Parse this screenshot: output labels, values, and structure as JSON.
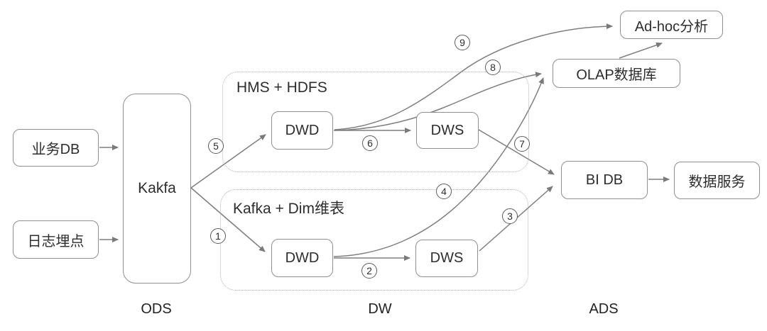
{
  "diagram": {
    "nodes": {
      "business_db": "业务DB",
      "log_tracking": "日志埋点",
      "kafka": "Kakfa",
      "hms_dwd": "DWD",
      "hms_dws": "DWS",
      "kfk_dwd": "DWD",
      "kfk_dws": "DWS",
      "adhoc": "Ad-hoc分析",
      "olap": "OLAP数据库",
      "bi_db": "BI DB",
      "data_service": "数据服务"
    },
    "regions": {
      "hms_hdfs": "HMS + HDFS",
      "kafka_dim": "Kafka + Dim维表"
    },
    "steps": {
      "s1": "1",
      "s2": "2",
      "s3": "3",
      "s4": "4",
      "s5": "5",
      "s6": "6",
      "s7": "7",
      "s8": "8",
      "s9": "9"
    },
    "lanes": {
      "ods": "ODS",
      "dw": "DW",
      "ads": "ADS"
    },
    "colors": {
      "line": "#7f7f7f",
      "box_border": "#8f8f8f",
      "region_border": "#b0b0b0",
      "text": "#2d2d2d",
      "background": "#ffffff"
    }
  }
}
